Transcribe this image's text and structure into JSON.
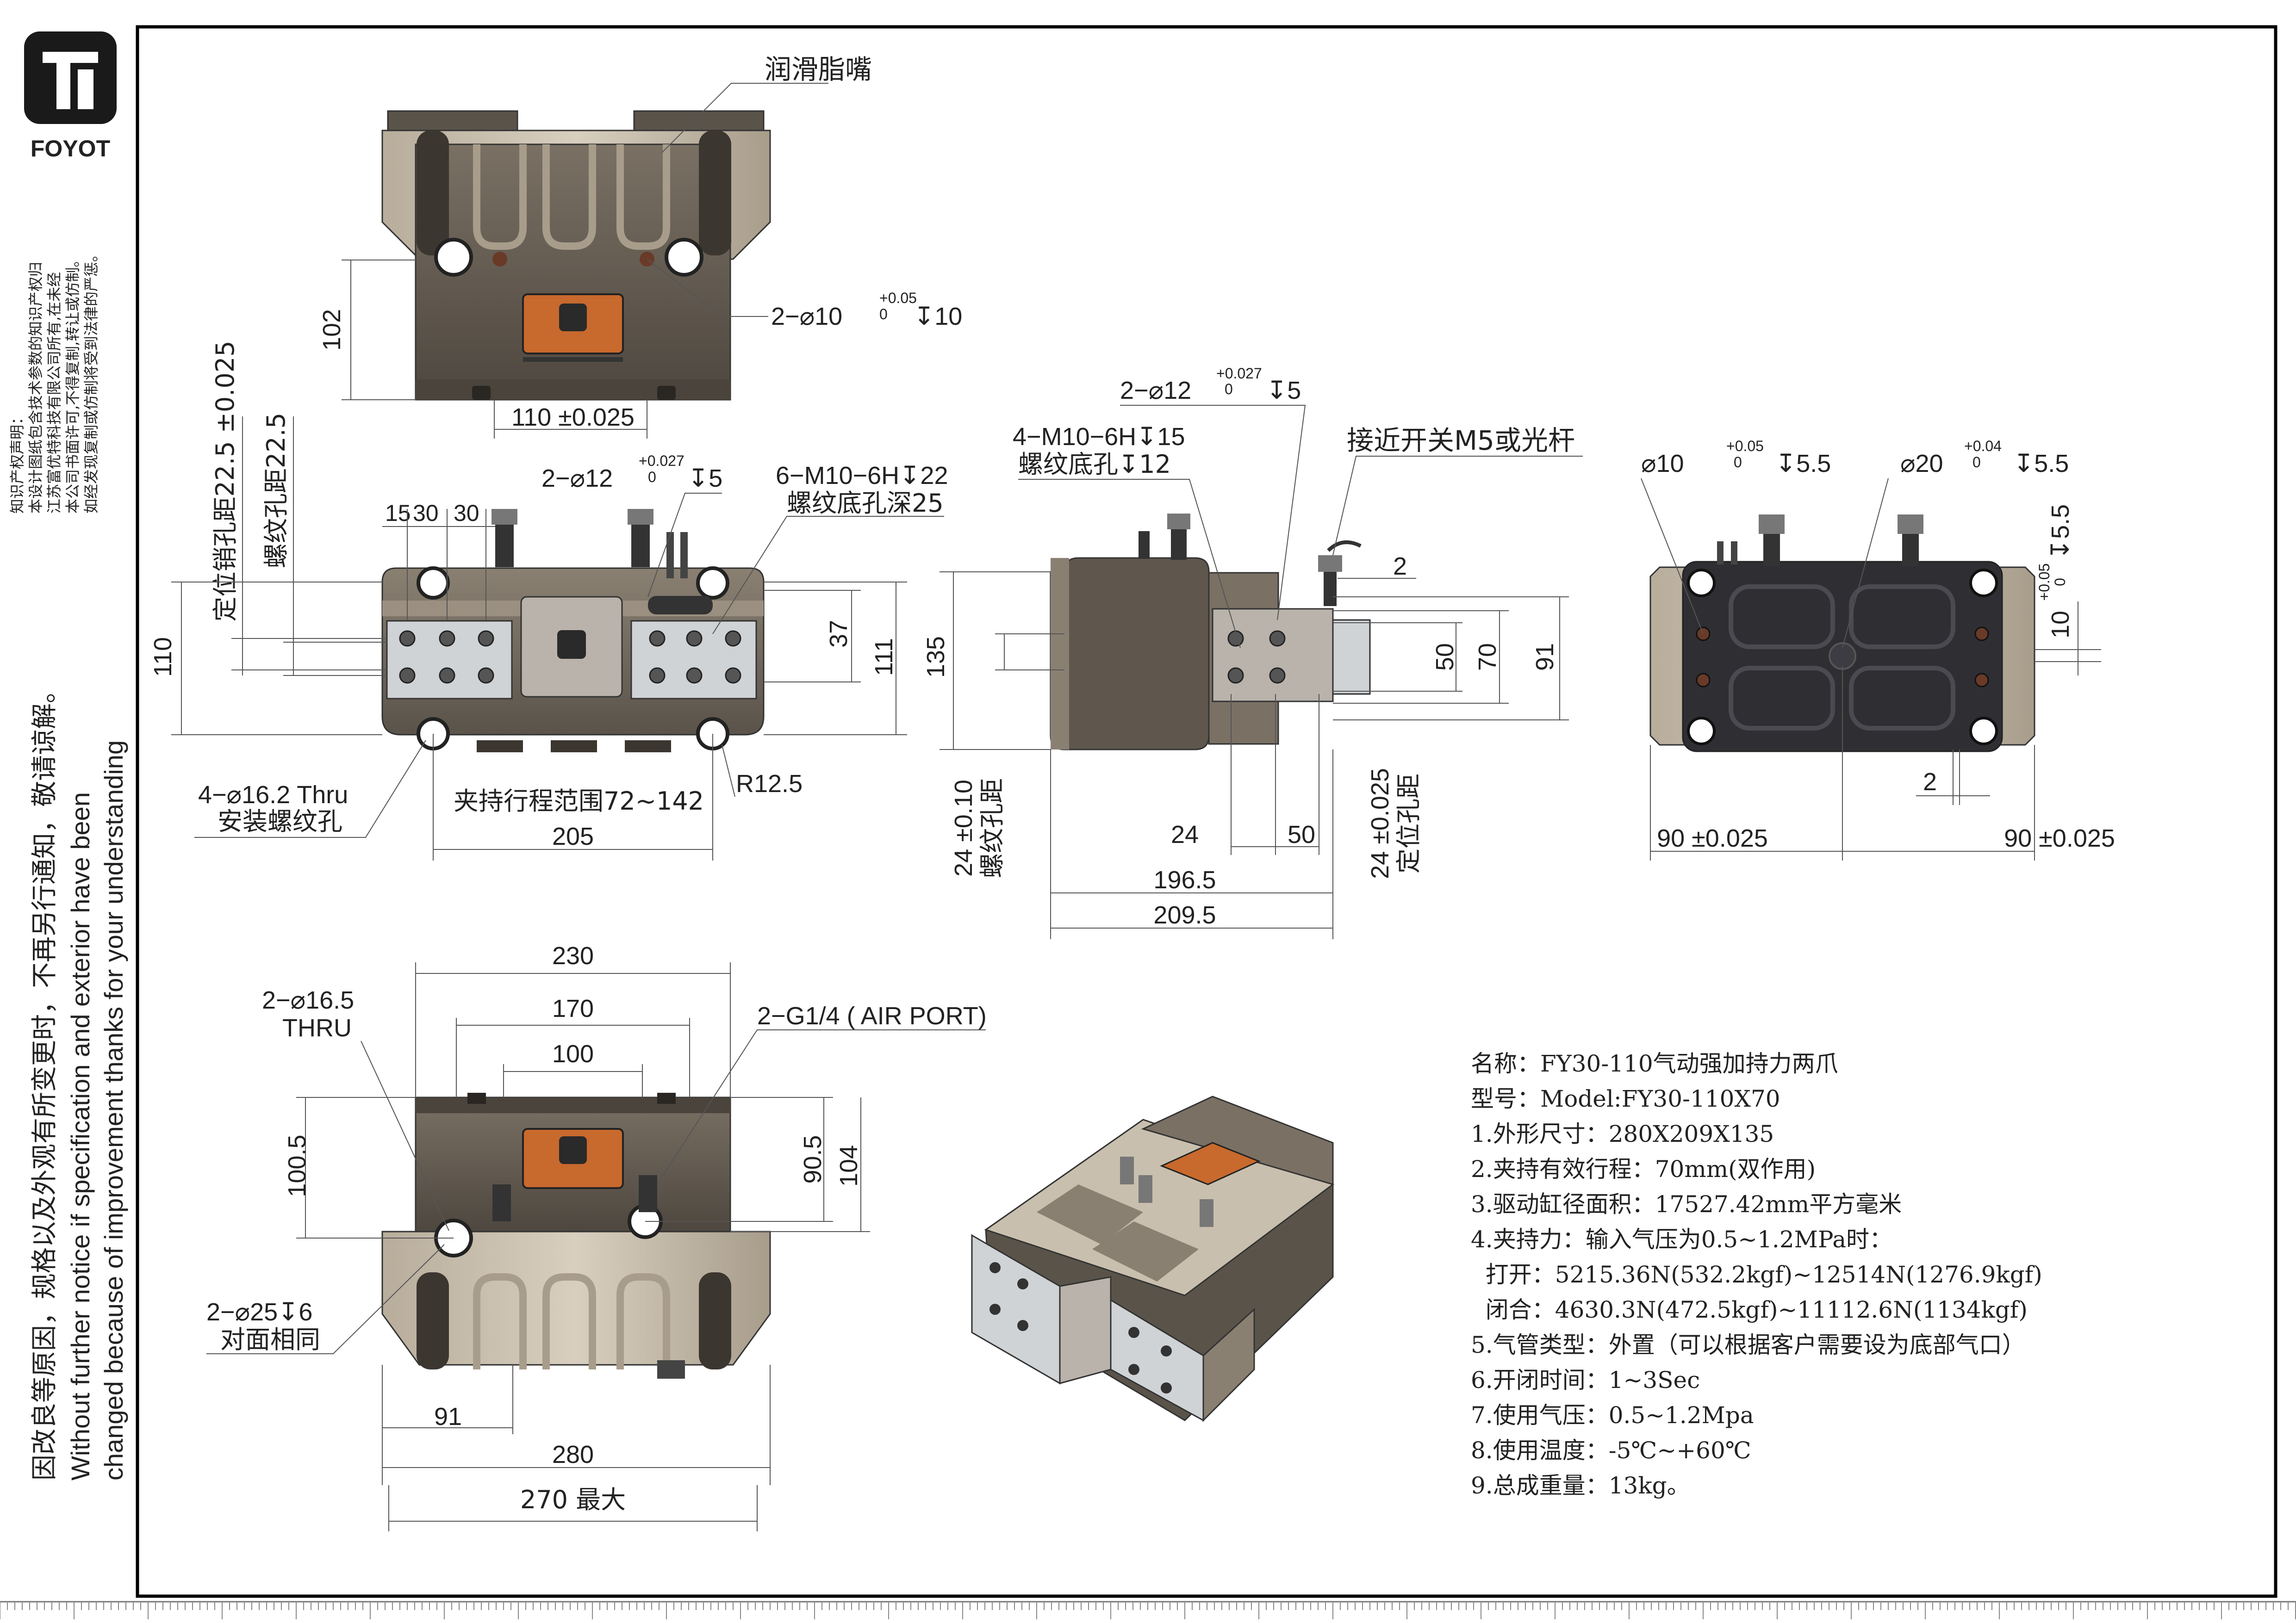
{
  "logo": {
    "wordmark": "FOYOT"
  },
  "side_notices": {
    "cn_title": "知识产权声明：",
    "cn_lines": [
      "本设计图纸包含技术参数的知识产权归",
      "江苏富优特科技有限公司所有,在未经",
      "本公司书面许可,不得复制,转让或仿制。",
      "如经发现复制或仿制将受到法律的严惩。"
    ],
    "company": "江苏富优特科技有限公司",
    "notice_cn": "因改良等原因，规格以及外观有所变更时，不再另行通知，敬请谅解。",
    "notice_en_1": "Without further notice if specification and exterior have been",
    "notice_en_2": "changed because of improvement thanks for your understanding"
  },
  "top_view": {
    "grease": "润滑脂嘴",
    "dim_height": "102",
    "dim_width": "110  ±0.025",
    "hole_note": "2−⌀10",
    "hole_tol": "+0.05",
    "hole_tol2": "0",
    "hole_depth": "↧10"
  },
  "front_view": {
    "pin_hole": "2−⌀12",
    "pin_tol": "+0.027",
    "pin_tol2": "0",
    "pin_depth": "↧5",
    "thread_note": "6−M10−6H↧22",
    "thread_depth": "螺纹底孔深25",
    "pitch_15": "15",
    "pitch_30a": "30",
    "pitch_30b": "30",
    "pin_dist": "定位销孔距22.5  ±0.025",
    "thread_dist": "螺纹孔距22.5",
    "dim_110": "110",
    "dim_37": "37",
    "dim_111": "111",
    "mount_holes": "4−⌀16.2 Thru",
    "mount_holes_cn": "安装螺纹孔",
    "stroke_range": "夹持行程范围72~142",
    "dim_205": "205",
    "radius": "R12.5"
  },
  "side_view": {
    "thread_note": "4−M10−6H↧15",
    "thread_depth": "螺纹底孔↧12",
    "pin_hole": "2−⌀12",
    "pin_tol": "+0.027",
    "pin_tol2": "0",
    "pin_depth": "↧5",
    "sensor": "接近开关M5或光杆",
    "dim_2": "2",
    "dim_135": "135",
    "dim_50v": "50",
    "dim_70": "70",
    "dim_91": "91",
    "dim_24a": "24",
    "dim_50": "50",
    "dim_1965": "196.5",
    "dim_2095": "209.5",
    "thread_pitch": "24  ±0.10",
    "thread_pitch_cn": "螺纹孔距",
    "pin_pitch": "24  ±0.025",
    "pin_pitch_cn": "定位孔距"
  },
  "bottom_view": {
    "hole10": "⌀10",
    "hole10_tol": "+0.05",
    "hole10_tol2": "0",
    "hole10_depth": "↧5.5",
    "hole20": "⌀20",
    "hole20_tol": "+0.04",
    "hole20_tol2": "0",
    "hole20_depth": "↧5.5",
    "depth_55": "↧5.5",
    "depth_tol": "+0.05",
    "depth_tol2": "0",
    "dim_10": "10",
    "dim_2": "2",
    "dim_90a": "90  ±0.025",
    "dim_90b": "90  ±0.025"
  },
  "rear_view": {
    "thru_hole": "2−⌀16.5",
    "thru": "THRU",
    "air_port": "2−G1/4 ( AIR PORT)",
    "dim_230": "230",
    "dim_170": "170",
    "dim_100": "100",
    "dim_1005": "100.5",
    "dim_905": "90.5",
    "dim_104": "104",
    "cbore": "2−⌀25↧6",
    "cbore_cn": "对面相同",
    "dim_91": "91",
    "dim_280": "280",
    "dim_270": "270  最大"
  },
  "specs": [
    "名称：FY30-110气动强加持力两爪",
    "型号：Model:FY30-110X70",
    "1.外形尺寸：280X209X135",
    "2.夹持有效行程：70mm(双作用)",
    "3.驱动缸径面积：17527.42mm平方毫米",
    "4.夹持力：输入气压为0.5~1.2MPa时：",
    "  打开：5215.36N(532.2kgf)~12514N(1276.9kgf)",
    "  闭合：4630.3N(472.5kgf)~11112.6N(1134kgf)",
    "5.气管类型：外置（可以根据客户需要设为底部气口）",
    "6.开闭时间：1~3Sec",
    "7.使用气压：0.5~1.2Mpa",
    "8.使用温度：-5℃~+60℃",
    "9.总成重量：13kg。"
  ],
  "colors": {
    "body_dark": "#5f574d",
    "body_mid": "#8a8072",
    "body_light": "#c9bfae",
    "jaw": "#ddd7cc",
    "plate_black": "#2f2f33",
    "badge_orange": "#c8692d",
    "frame": "#000000"
  }
}
